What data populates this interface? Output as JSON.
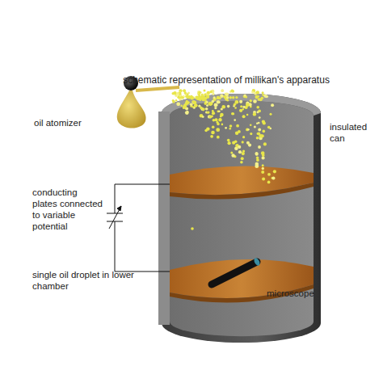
{
  "diagram": {
    "title": "schematic representation of millikan's apparatus",
    "labels": [
      "oil atomizer",
      "insulated can",
      "conducting plates connected to variable potential",
      "single oil droplet in lower chamber",
      "microscope"
    ]
  }
}
